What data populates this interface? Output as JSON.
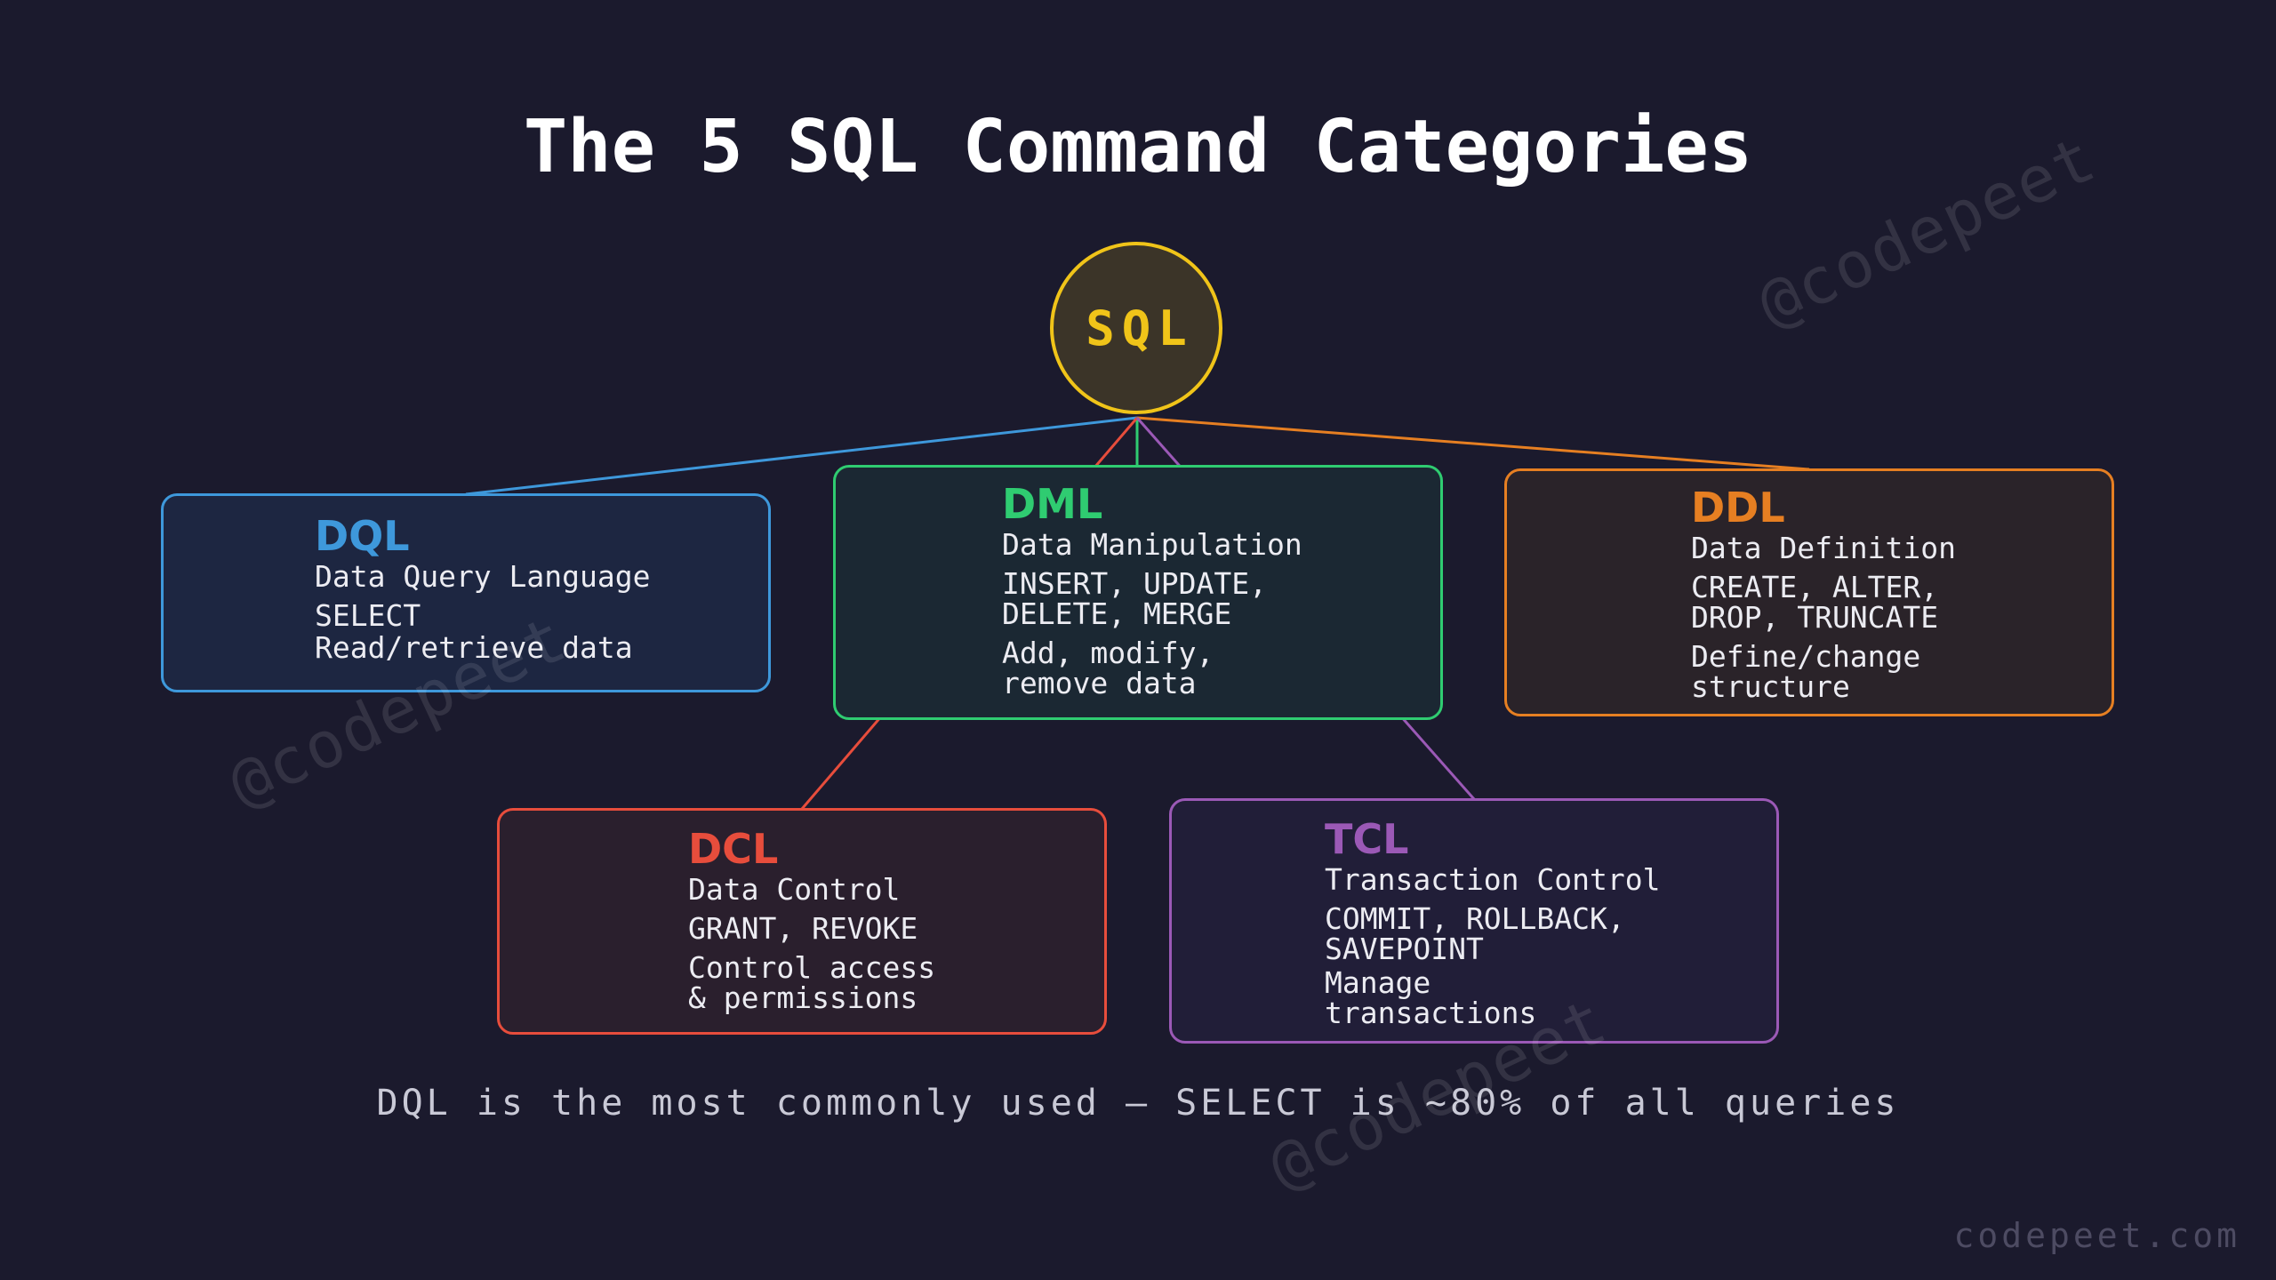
{
  "title": "The 5 SQL Command Categories",
  "hub": {
    "label": "SQL",
    "color": "#f0c419"
  },
  "categories": [
    {
      "abbr": "DQL",
      "name": "Data Query Language",
      "commands": "SELECT",
      "description": "Read/retrieve data",
      "color": "#3e98db"
    },
    {
      "abbr": "DML",
      "name": "Data Manipulation",
      "commands": "INSERT, UPDATE,\nDELETE, MERGE",
      "description": "Add, modify,\nremove data",
      "color": "#2fcc71"
    },
    {
      "abbr": "DDL",
      "name": "Data Definition",
      "commands": "CREATE, ALTER,\nDROP, TRUNCATE",
      "description": "Define/change\nstructure",
      "color": "#e67f22"
    },
    {
      "abbr": "DCL",
      "name": "Data Control",
      "commands": "GRANT, REVOKE",
      "description": "Control access\n& permissions",
      "color": "#e74d3c"
    },
    {
      "abbr": "TCL",
      "name": "Transaction Control",
      "commands": "COMMIT, ROLLBACK,\nSAVEPOINT",
      "description": "Manage\ntransactions",
      "color": "#9b59b6"
    }
  ],
  "footer": "DQL is the most commonly used — SELECT is ~80% of all queries",
  "watermark": "@codepeet",
  "site": "codepeet.com"
}
